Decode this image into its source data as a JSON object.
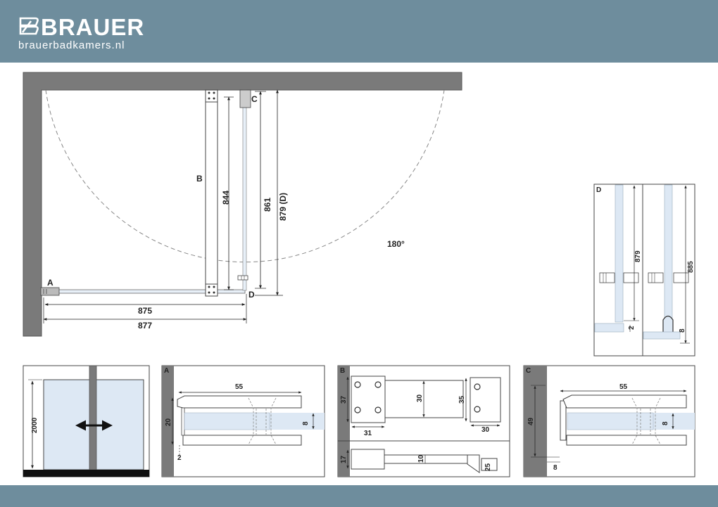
{
  "header": {
    "brand": "BRAUER",
    "website": "brauerbadkamers.nl",
    "colors": {
      "band": "#6e8d9d",
      "wall": "#7a7a7a",
      "glass": "#dde8f4",
      "dim_line": "#222222"
    }
  },
  "plan": {
    "label_a": "A",
    "label_b": "B",
    "label_c": "C",
    "label_d": "D",
    "dim_844": "844",
    "dim_861": "861",
    "dim_879d": "879 (D)",
    "dim_875": "875",
    "dim_877": "877",
    "angle": "180°"
  },
  "detail_d": {
    "label": "D",
    "dim_879": "879",
    "dim_885": "885",
    "dim_2": "2",
    "dim_8": "8"
  },
  "elevation": {
    "dim_2000": "2000",
    "icon": "double-arrow-icon"
  },
  "detail_a": {
    "label": "A",
    "dim_55": "55",
    "dim_20": "20",
    "dim_8": "8",
    "dim_2": "2"
  },
  "detail_b": {
    "label": "B",
    "dim_37": "37",
    "dim_31": "31",
    "dim_30_center": "30",
    "dim_35": "35",
    "dim_30_right": "30",
    "dim_17": "17",
    "dim_10": "10",
    "dim_25": "25"
  },
  "detail_c": {
    "label": "C",
    "dim_55": "55",
    "dim_49": "49",
    "dim_8_glass": "8",
    "dim_8_bottom": "8"
  }
}
